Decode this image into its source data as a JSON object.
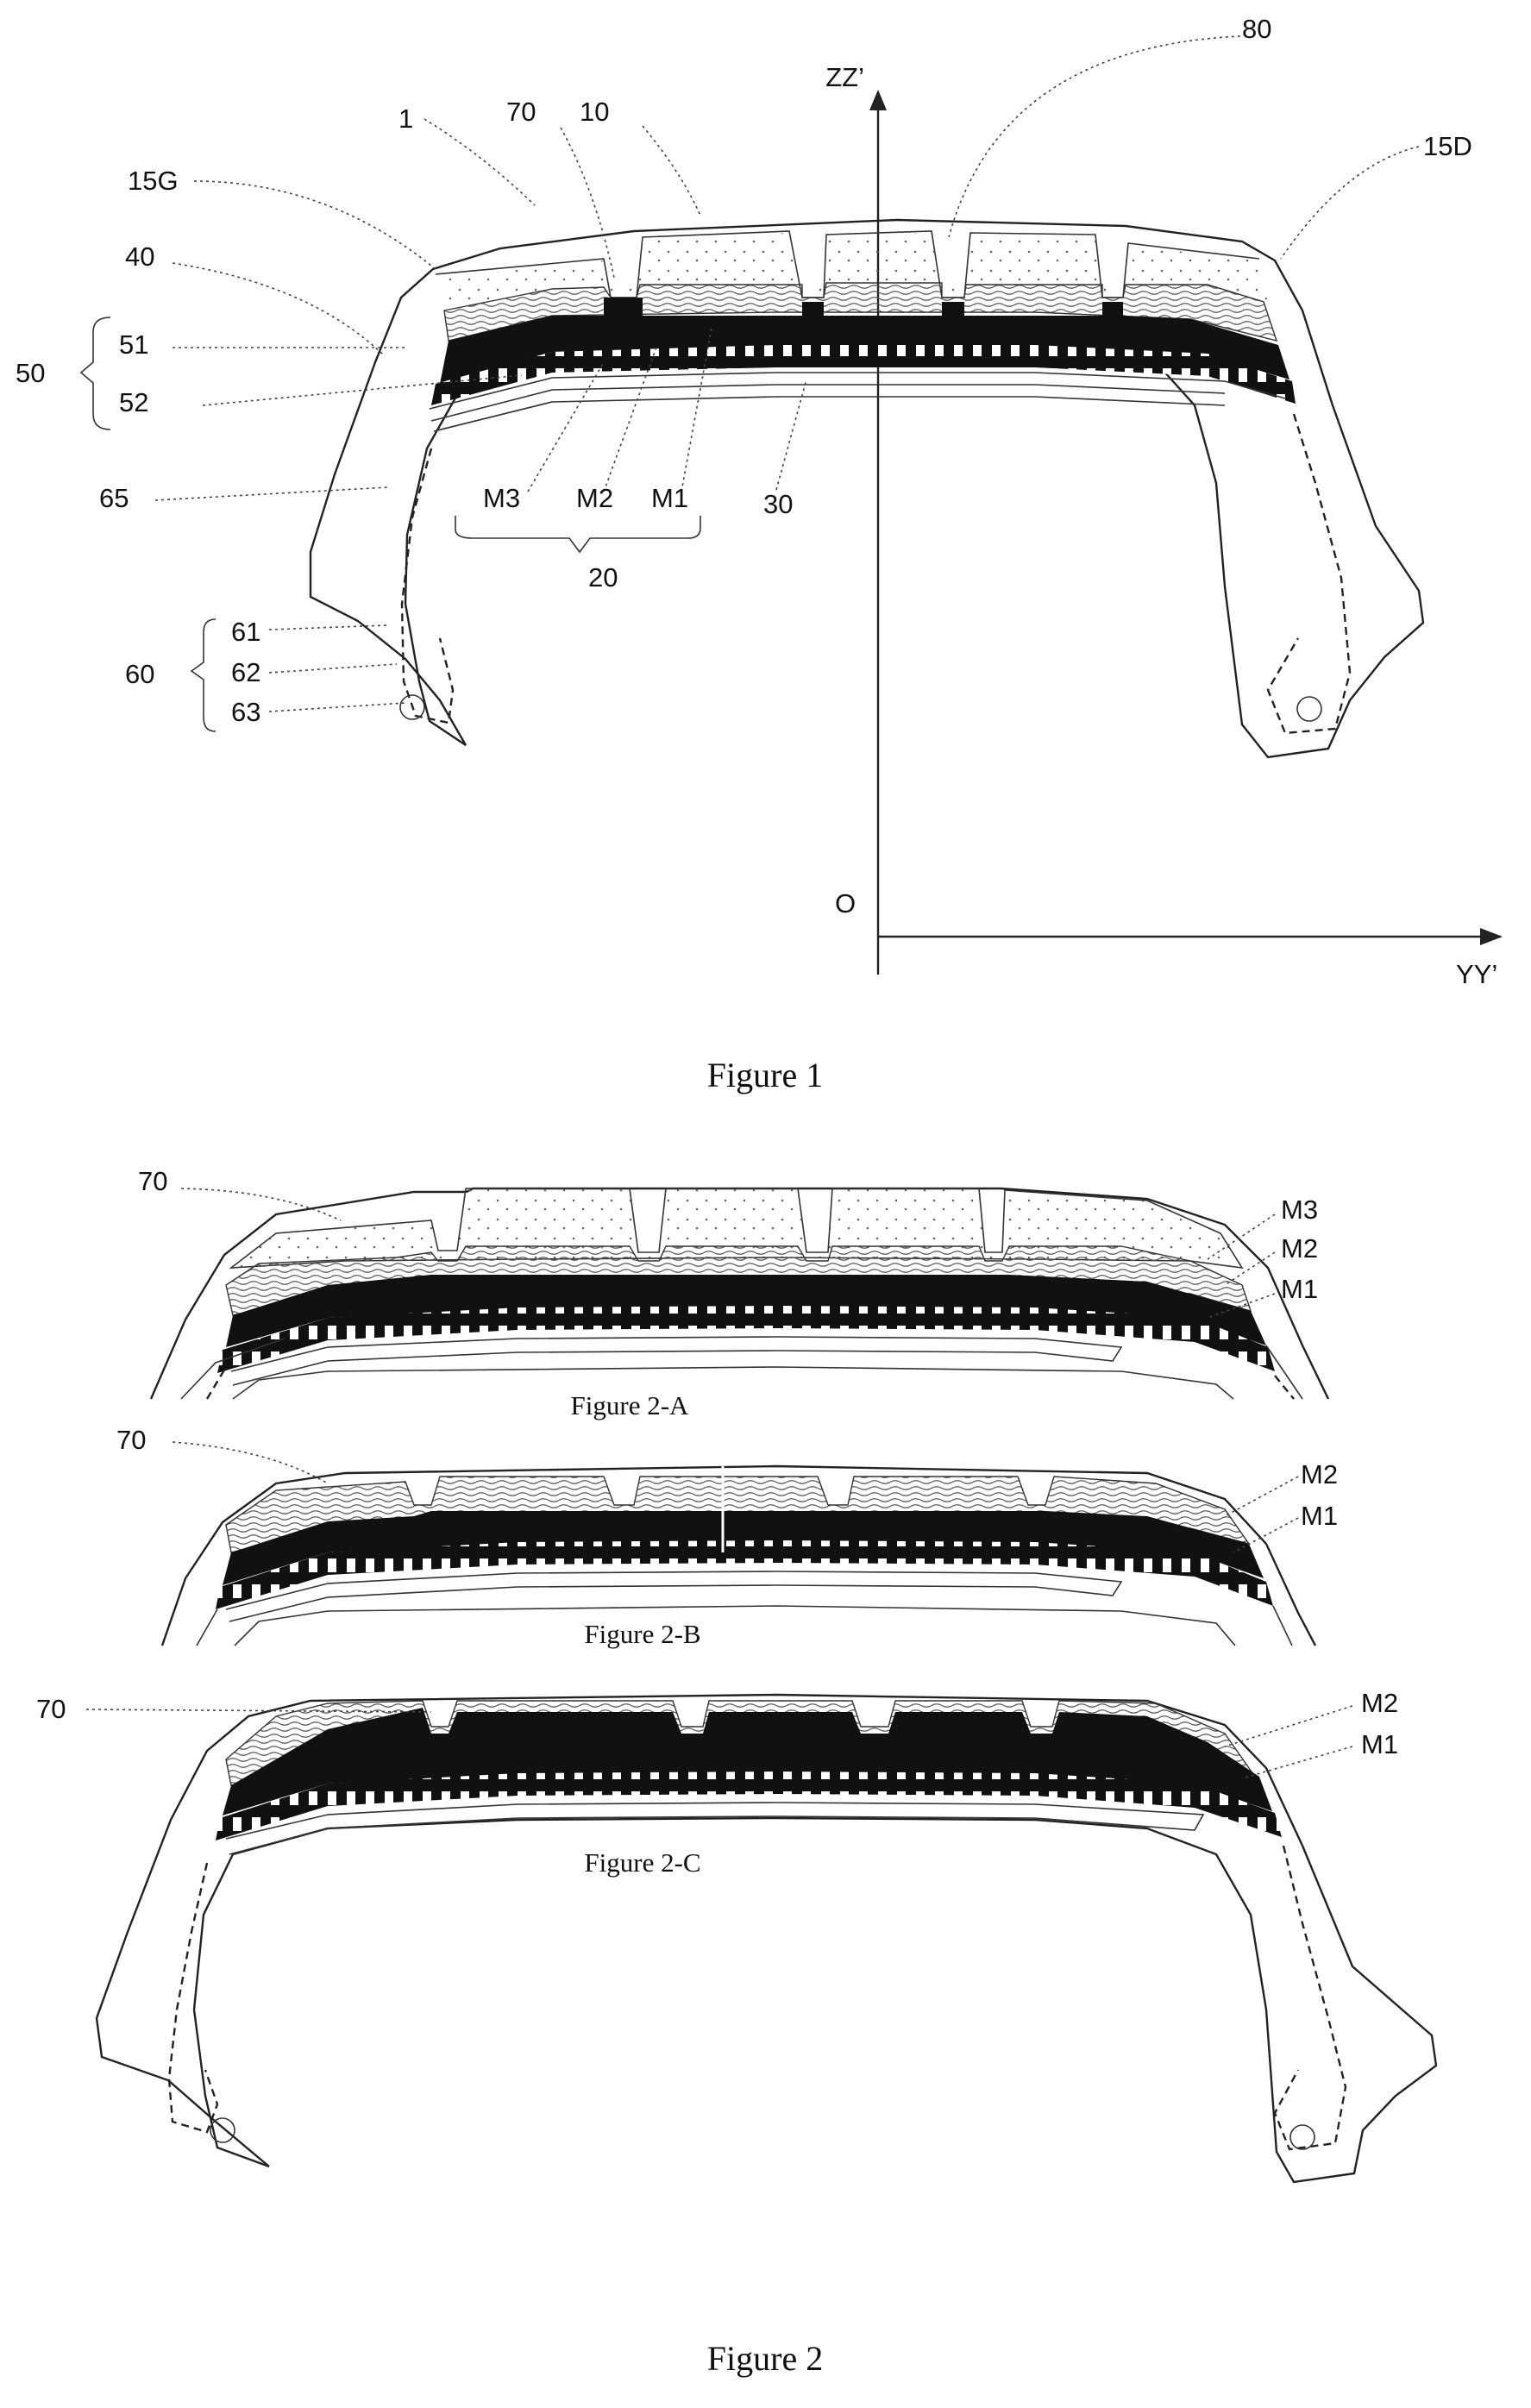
{
  "figure1": {
    "caption": "Figure 1",
    "labels": {
      "l1": "1",
      "l70": "70",
      "l10": "10",
      "l80": "80",
      "l15G": "15G",
      "l15D": "15D",
      "l40": "40",
      "l50": "50",
      "l51": "51",
      "l52": "52",
      "l65": "65",
      "l60": "60",
      "l61": "61",
      "l62": "62",
      "l63": "63",
      "lM3": "M3",
      "lM2": "M2",
      "lM1": "M1",
      "l20": "20",
      "l30": "30",
      "axisZ": "ZZ’",
      "axisY": "YY’",
      "origin": "O"
    }
  },
  "figure2A": {
    "caption": "Figure 2-A",
    "l70": "70",
    "lM3": "M3",
    "lM2": "M2",
    "lM1": "M1"
  },
  "figure2B": {
    "caption": "Figure 2-B",
    "l70": "70",
    "lM2": "M2",
    "lM1": "M1"
  },
  "figure2C": {
    "caption": "Figure 2-C",
    "l70": "70",
    "lM2": "M2",
    "lM1": "M1"
  },
  "figure2": {
    "caption": "Figure 2"
  },
  "colors": {
    "ink": "#111111",
    "paper": "#ffffff",
    "belt": "#111111"
  }
}
